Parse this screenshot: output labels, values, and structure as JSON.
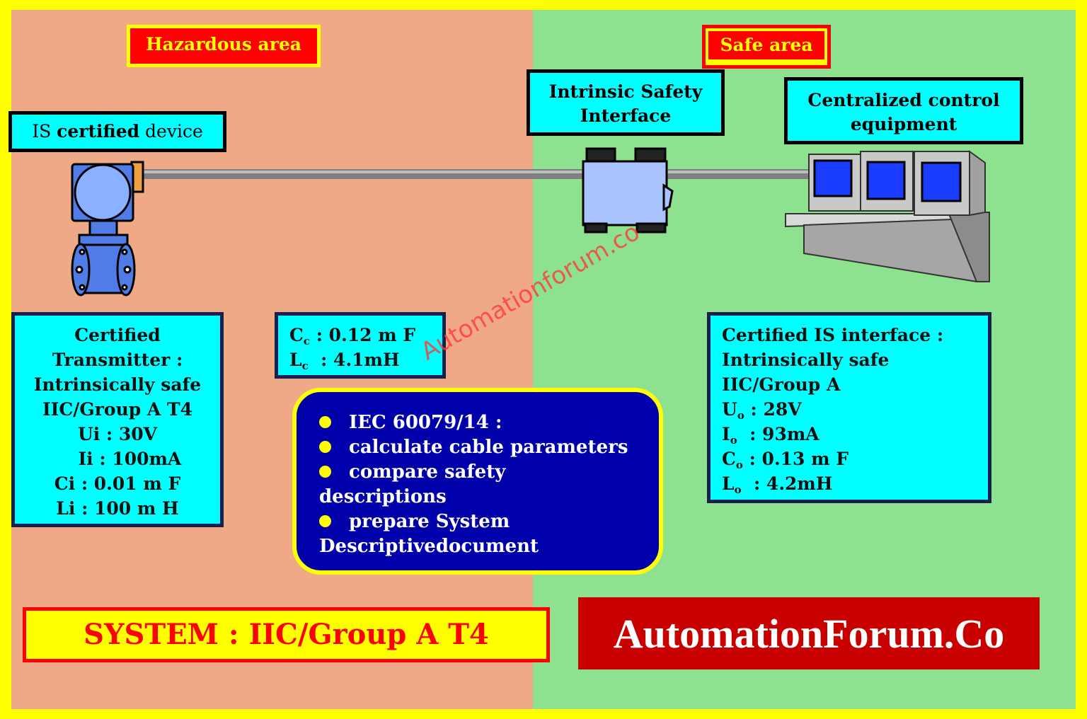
{
  "zones": {
    "hazardous_label": "Hazardous area",
    "safe_label": "Safe area"
  },
  "device": {
    "label_pre": "IS ",
    "label_bold": "certified",
    "label_post": " device"
  },
  "interface_label": {
    "line1": "Intrinsic Safety",
    "line2": "Interface"
  },
  "control_label": {
    "line1": "Centralized control",
    "line2": "equipment"
  },
  "transmitter_box": {
    "lines": [
      "Certified",
      "Transmitter :",
      "Intrinsically safe",
      "IIC/Group A T4",
      "Ui : 30V",
      "    Ii : 100mA",
      "Ci : 0.01 m F",
      "Li : 100 m H"
    ]
  },
  "cable_box": {
    "c_sym": "C",
    "c_sub": "c",
    "c_val": " : 0.12 m F",
    "l_sym": "L",
    "l_sub": "c",
    "l_val": "  : 4.1mH"
  },
  "interface_box": {
    "line1": "Certified IS interface :",
    "line2": "Intrinsically safe",
    "line3": "IIC/Group A",
    "u_sym": "U",
    "u_sub": "o",
    "u_val": " : 28V",
    "i_sym": "I",
    "i_sub": "o",
    "i_val": "  : 93mA",
    "c_sym": "C",
    "c_sub": "o",
    "c_val": " : 0.13 m F",
    "l_sym": "L",
    "l_sub": "o",
    "l_val": "  : 4.2mH"
  },
  "iec_box": {
    "item1": "IEC 60079/14 :",
    "item2": "calculate cable parameters",
    "item3": "compare safety",
    "item3_cont": "descriptions",
    "item4": "prepare System",
    "item4_cont": "Descriptivedocument"
  },
  "system_label": "SYSTEM : IIC/Group A T4",
  "brand": "AutomationForum.Co",
  "watermark": "Automationforum.co",
  "colors": {
    "border_yellow": "#ffff00",
    "hazard_zone": "#f0a987",
    "safe_zone": "#8ee28f",
    "label_cyan": "#00ffff",
    "tag_red": "#ff0000",
    "info_blue": "#0000aa",
    "brand_red": "#c80000"
  }
}
